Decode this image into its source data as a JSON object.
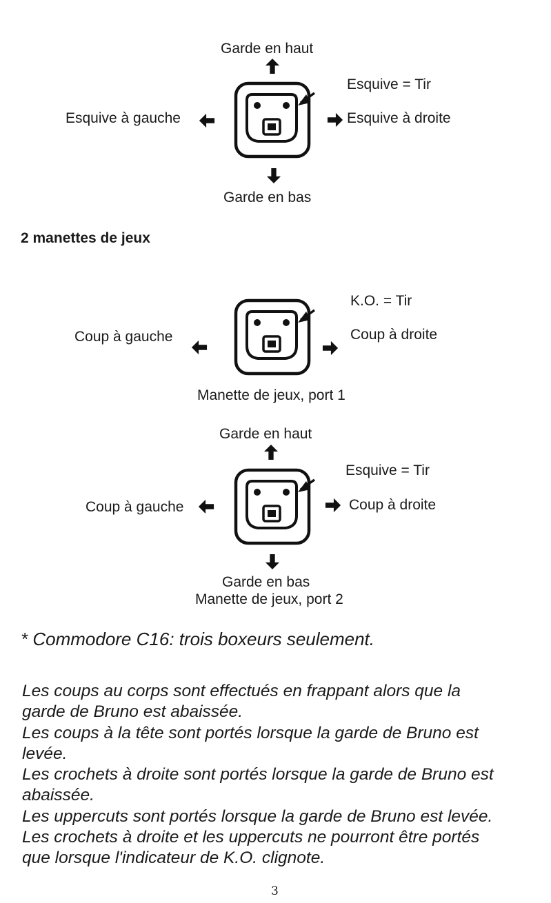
{
  "diagram1": {
    "up": "Garde en haut",
    "fire": "Esquive = Tir",
    "left": "Esquive à gauche",
    "right": "Esquive à droite",
    "down": "Garde en bas"
  },
  "section_title": "2 manettes de jeux",
  "diagram2": {
    "fire": "K.O. = Tir",
    "left": "Coup à gauche",
    "right": "Coup à droite",
    "caption": "Manette de jeux, port 1"
  },
  "diagram3": {
    "up": "Garde en haut",
    "fire": "Esquive = Tir",
    "left": "Coup à gauche",
    "right": "Coup à droite",
    "down": "Garde en bas",
    "caption": "Manette de jeux, port 2"
  },
  "note": "* Commodore C16: trois boxeurs seulement.",
  "paragraph_lines": [
    "Les coups au corps sont effectués en frappant alors que la",
    "garde de Bruno est abaissée.",
    "Les coups à la tête sont portés lorsque la garde de Bruno est",
    "levée.",
    "Les crochets à droite sont portés lorsque la garde de Bruno est",
    "abaissée.",
    "Les uppercuts sont portés lorsque la garde de Bruno est levée.",
    "Les crochets à droite et les uppercuts ne pourront être portés",
    "que lorsque l'indicateur de K.O. clignote."
  ],
  "page_number": "3"
}
